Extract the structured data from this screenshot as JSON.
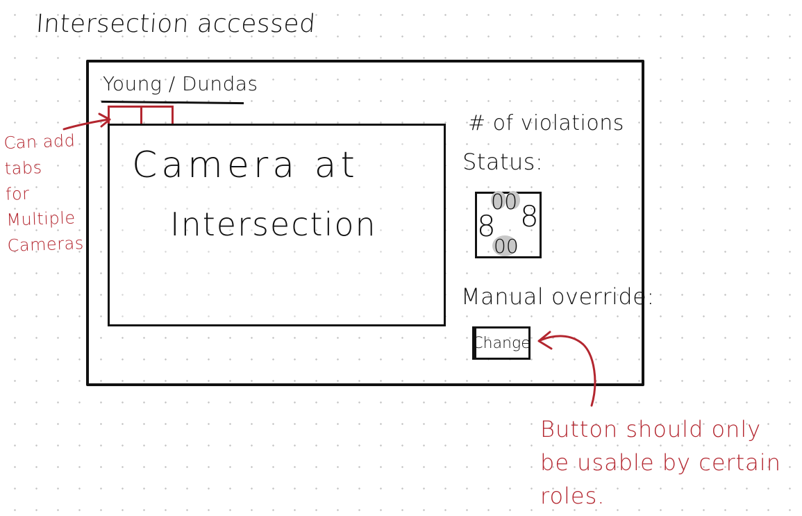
{
  "page": {
    "title": "Intersection accessed"
  },
  "window": {
    "intersection_name": "Young / Dundas",
    "camera_tabs_count": 2,
    "camera": {
      "line1": "Camera at",
      "line2": "Intersection"
    },
    "violations_label": "# of violations",
    "status_label": "Status:",
    "traffic_light": {
      "top": "00",
      "left": "8",
      "right": "8",
      "bottom": "00"
    },
    "manual_override_label": "Manual override:",
    "change_button_label": "Change"
  },
  "annotations": {
    "tabs_note": "Can add\ntabs\nfor\nMultiple\nCameras",
    "button_note": "Button should only\nbe usable by certain\nroles."
  },
  "colors": {
    "ink": "#111111",
    "annotation": "#b3262f",
    "paper": "#ffffff",
    "grid_dot": "#c4c4c4"
  }
}
